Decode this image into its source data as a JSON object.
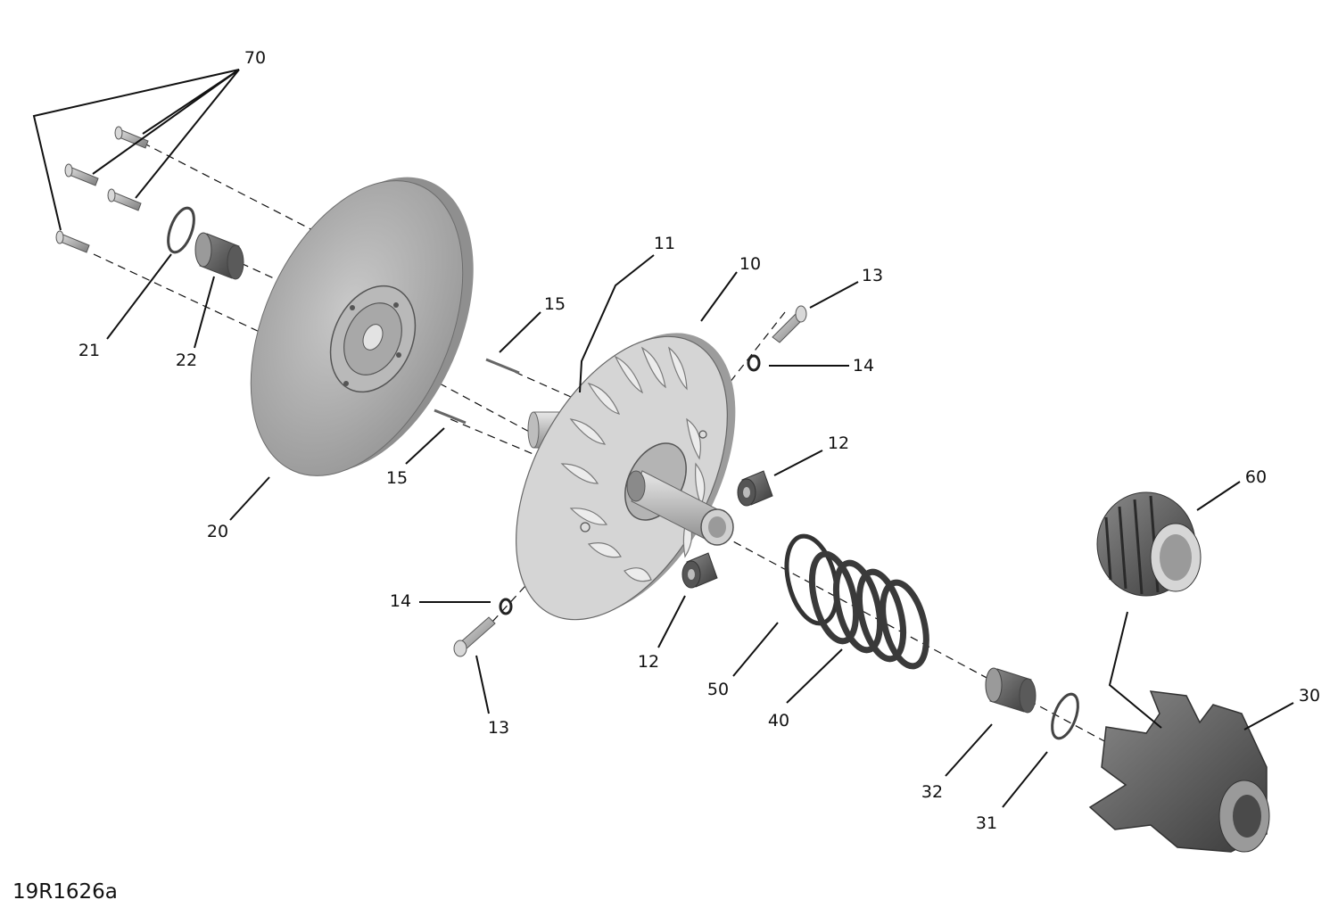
{
  "drawing_id": "19R1626a",
  "callouts": {
    "c70": "70",
    "c21": "21",
    "c22": "22",
    "c11": "11",
    "c10": "10",
    "c13a": "13",
    "c15a": "15",
    "c14a": "14",
    "c15b": "15",
    "c12a": "12",
    "c60": "60",
    "c20": "20",
    "c14b": "14",
    "c12b": "12",
    "c13b": "13",
    "c50": "50",
    "c40": "40",
    "c30": "30",
    "c32": "32",
    "c31": "31"
  }
}
